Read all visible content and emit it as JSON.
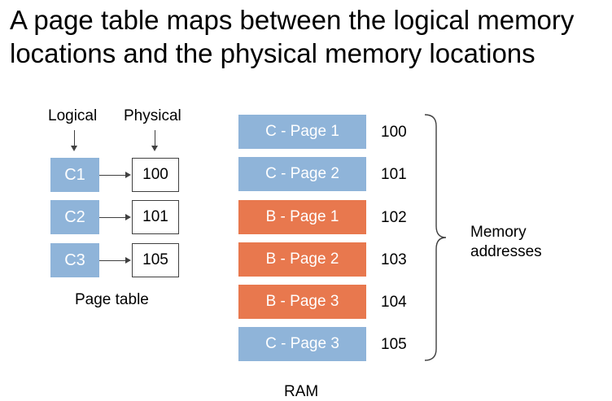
{
  "title": "A page table maps between the logical memory locations and the physical memory locations",
  "page_table": {
    "logical_header": "Logical",
    "physical_header": "Physical",
    "caption": "Page table",
    "rows": [
      {
        "logical": "C1",
        "physical": "100"
      },
      {
        "logical": "C2",
        "physical": "101"
      },
      {
        "logical": "C3",
        "physical": "105"
      }
    ]
  },
  "ram": {
    "caption": "RAM",
    "cells": [
      {
        "label": "C - Page 1",
        "address": "100",
        "owner": "C"
      },
      {
        "label": "C - Page 2",
        "address": "101",
        "owner": "C"
      },
      {
        "label": "B - Page 1",
        "address": "102",
        "owner": "B"
      },
      {
        "label": "B - Page 2",
        "address": "103",
        "owner": "B"
      },
      {
        "label": "B - Page 3",
        "address": "104",
        "owner": "B"
      },
      {
        "label": "C - Page 3",
        "address": "105",
        "owner": "C"
      }
    ],
    "memory_label": "Memory addresses"
  },
  "colors": {
    "process_c": "#8fb4d9",
    "process_b": "#e8784e",
    "arrow": "#404040"
  }
}
